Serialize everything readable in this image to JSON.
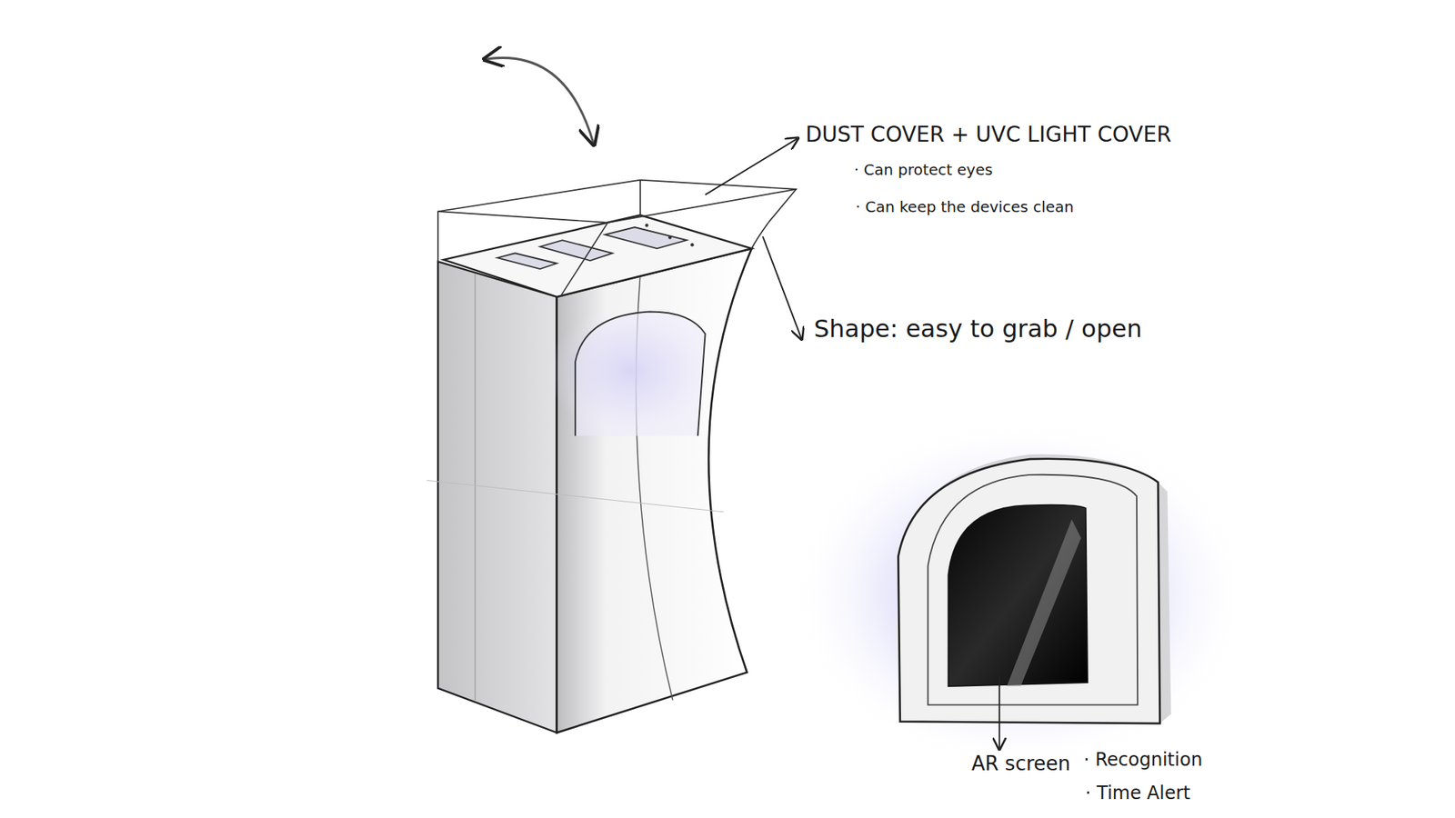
{
  "diagram": {
    "labels": [
      "DUST COVER + UVC LIGHT COVER",
      "· Can protect eyes",
      "· Can keep the devices clean",
      "Shape: easy to grab / open",
      "AR screen",
      "· Recognition",
      "· Time Alert"
    ]
  }
}
